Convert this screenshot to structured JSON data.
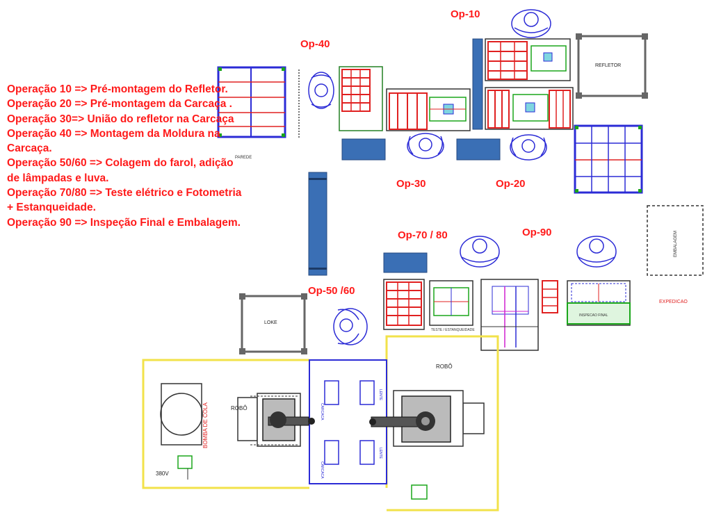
{
  "legend": {
    "lines": [
      "Operação 10 => Pré-montagem do Refletor.",
      "Operação 20 => Pré-montagem da Carcaça .",
      "Operação 30=> União do refletor na Carcaça",
      "Operação 40 => Montagem da Moldura na Carcaça.",
      "Operação 50/60 => Colagem do farol, adição de lâmpadas e luva.",
      "Operação 70/80 => Teste elétrico e Fotometria + Estanqueidade.",
      "Operação 90 => Inspeção Final e Embalagem."
    ]
  },
  "stations": {
    "op10": "Op-10",
    "op20": "Op-20",
    "op30": "Op-30",
    "op40": "Op-40",
    "op5060": "Op-50 /60",
    "op7080": "Op-70 / 80",
    "op90": "Op-90"
  },
  "labels": {
    "refletor": "REFLETOR",
    "robo_left": "ROBÔ",
    "robo_right": "ROBÔ",
    "bomba": "BOMBA DE COLA",
    "voltage": "380V",
    "loke": "LOKE"
  },
  "colors": {
    "label_red": "#ff1a1a",
    "conveyor_blue": "#3a6fb5",
    "fixture_red": "#e02020",
    "outline_blue": "#2b2bd6",
    "safety_yellow": "#f2e24a",
    "green": "#1aa61a"
  }
}
